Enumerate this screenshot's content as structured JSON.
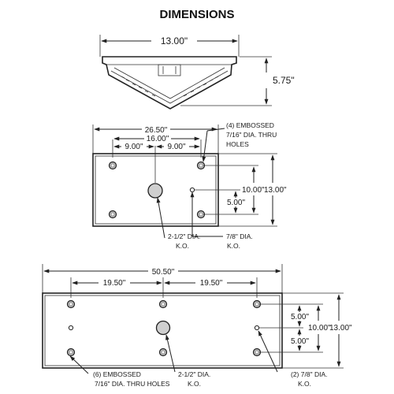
{
  "title": "DIMENSIONS",
  "top_view": {
    "width": "13.00\"",
    "height": "5.75\""
  },
  "middle_view": {
    "overall_width": "26.50\"",
    "hole_span": "16.00\"",
    "half_span_left": "9.00\"",
    "half_span_right": "9.00\"",
    "right_inner": "10.00\"",
    "right_half": "5.00\"",
    "right_overall": "13.00\"",
    "note_holes": [
      "(4) EMBOSSED",
      "7/16\" DIA. THRU",
      "HOLES"
    ],
    "note_large_ko": [
      "2-1/2\" DIA.",
      "K.O."
    ],
    "note_small_ko": [
      "7/8\" DIA.",
      "K.O."
    ]
  },
  "bottom_view": {
    "overall_width": "50.50\"",
    "left_span": "19.50\"",
    "right_span": "19.50\"",
    "upper_half": "5.00\"",
    "lower_half": "5.00\"",
    "inner": "10.00\"",
    "overall_height": "13.00\"",
    "note_holes": [
      "(6) EMBOSSED",
      "7/16\" DIA. THRU HOLES"
    ],
    "note_large_ko": [
      "2-1/2\" DIA.",
      "K.O."
    ],
    "note_small_ko": [
      "(2) 7/8\" DIA.",
      "K.O."
    ]
  }
}
